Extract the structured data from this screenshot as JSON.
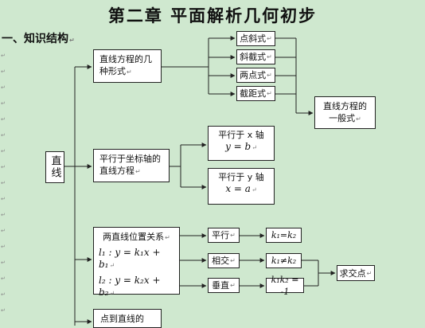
{
  "document": {
    "title": "第二章 平面解析几何初步",
    "section": "一、知识结构",
    "root": "直线",
    "branches": {
      "forms": {
        "label": "直线方程的几种形式",
        "items": [
          "点斜式",
          "斜截式",
          "两点式",
          "截距式"
        ],
        "result": "直线方程的一般式"
      },
      "parallel_axis": {
        "label": "平行于坐标轴的直线方程",
        "x_axis": {
          "label": "平行于 x 轴",
          "equation": "y = b"
        },
        "y_axis": {
          "label": "平行于 y 轴",
          "equation": "x = a"
        }
      },
      "relations": {
        "label": "两直线位置关系",
        "line1": "l₁ : y = k₁x + b₁",
        "line2": "l₂ : y = k₂x + b₂",
        "cases": [
          {
            "name": "平行",
            "condition": "k₁=k₂"
          },
          {
            "name": "相交",
            "condition": "k₁≠k₂"
          },
          {
            "name": "垂直",
            "condition": "k₁k₂ = -1"
          }
        ],
        "result": "求交点"
      },
      "distance": {
        "label": "点到直线的"
      }
    }
  }
}
